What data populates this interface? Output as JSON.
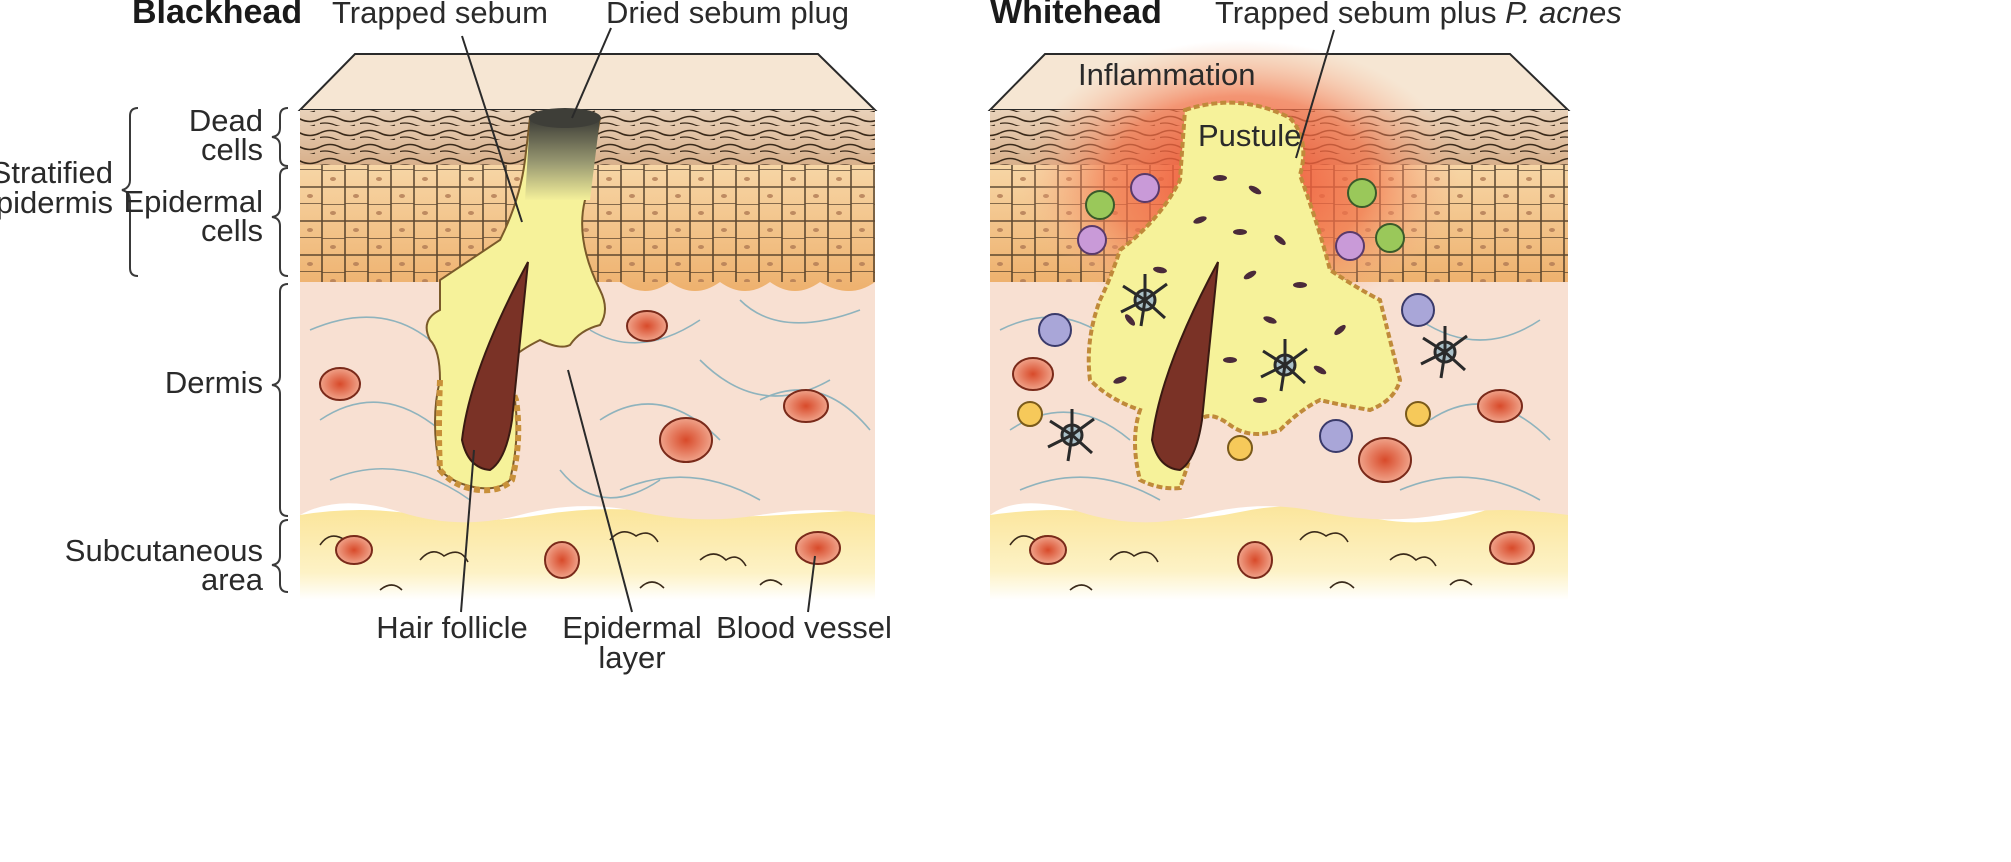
{
  "panels": {
    "blackhead": {
      "title": "Blackhead",
      "trapped_sebum": "Trapped sebum",
      "dried_plug": "Dried sebum plug",
      "hair_follicle": "Hair follicle",
      "epidermal_layer_1": "Epidermal",
      "epidermal_layer_2": "layer",
      "blood_vessel": "Blood vessel"
    },
    "whitehead": {
      "title": "Whitehead",
      "trapped_prefix": "Trapped sebum plus ",
      "trapped_species": "P. acnes",
      "inflammation": "Inflammation",
      "pustule": "Pustule"
    }
  },
  "layers": {
    "dead_1": "Dead",
    "dead_2": "cells",
    "epi_1": "Epidermal",
    "epi_2": "cells",
    "strat_1": "Stratified",
    "strat_2": "epidermis",
    "dermis": "Dermis",
    "sub_1": "Subcutaneous",
    "sub_2": "area"
  },
  "colors": {
    "surface": "#f6e6d3",
    "dead_cells": "#c9a27e",
    "epidermal_cells": "#f0b978",
    "dermis": "#f8e0d2",
    "subcutaneous": "#fbeaa3",
    "sebum": "#f6f29a",
    "hair": "#7a3226",
    "vessel": "#d9583a",
    "inflammation": "#ef5a3c",
    "plug": "#4a4a44"
  }
}
